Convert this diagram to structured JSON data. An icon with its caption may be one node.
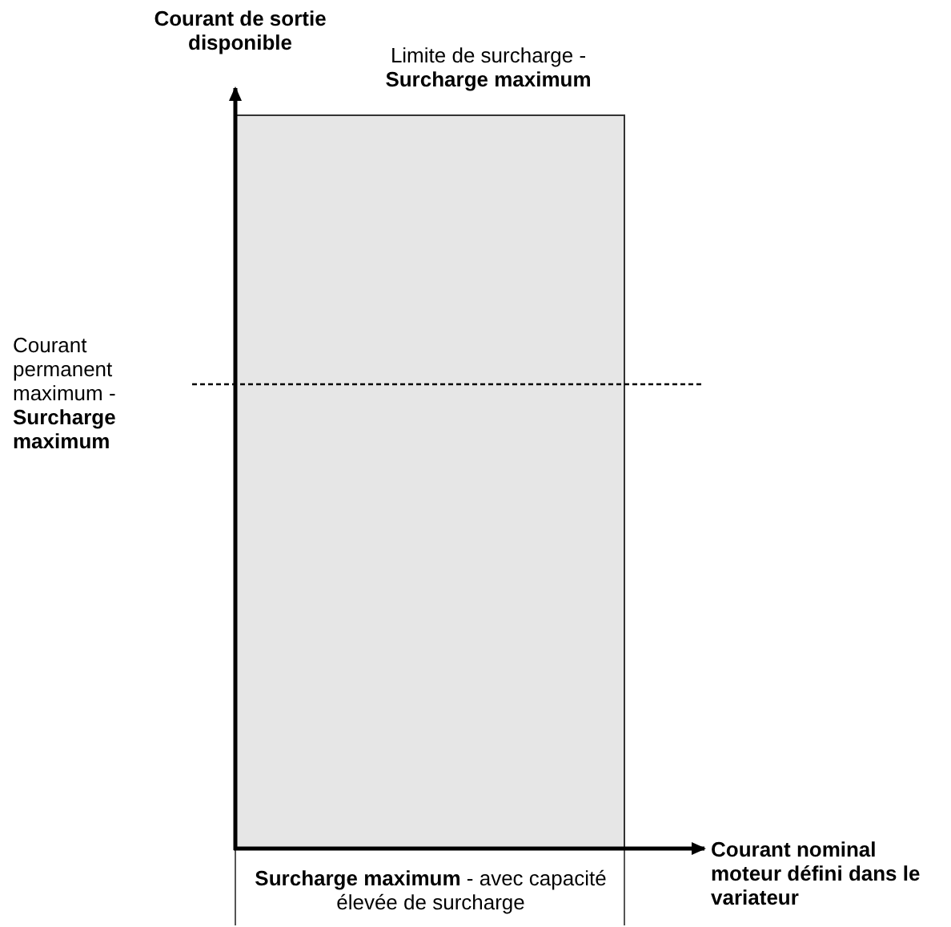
{
  "diagram": {
    "labels": [
      "Courant de sortie disponible",
      "Limite de surcharge - **Surcharge maximum**",
      "Courant permanent maximum - **Surcharge maximum**",
      "Courant nominal moteur défini dans le variateur",
      "**Surcharge maximum** - avec capacité élevée de surcharge"
    ]
  }
}
